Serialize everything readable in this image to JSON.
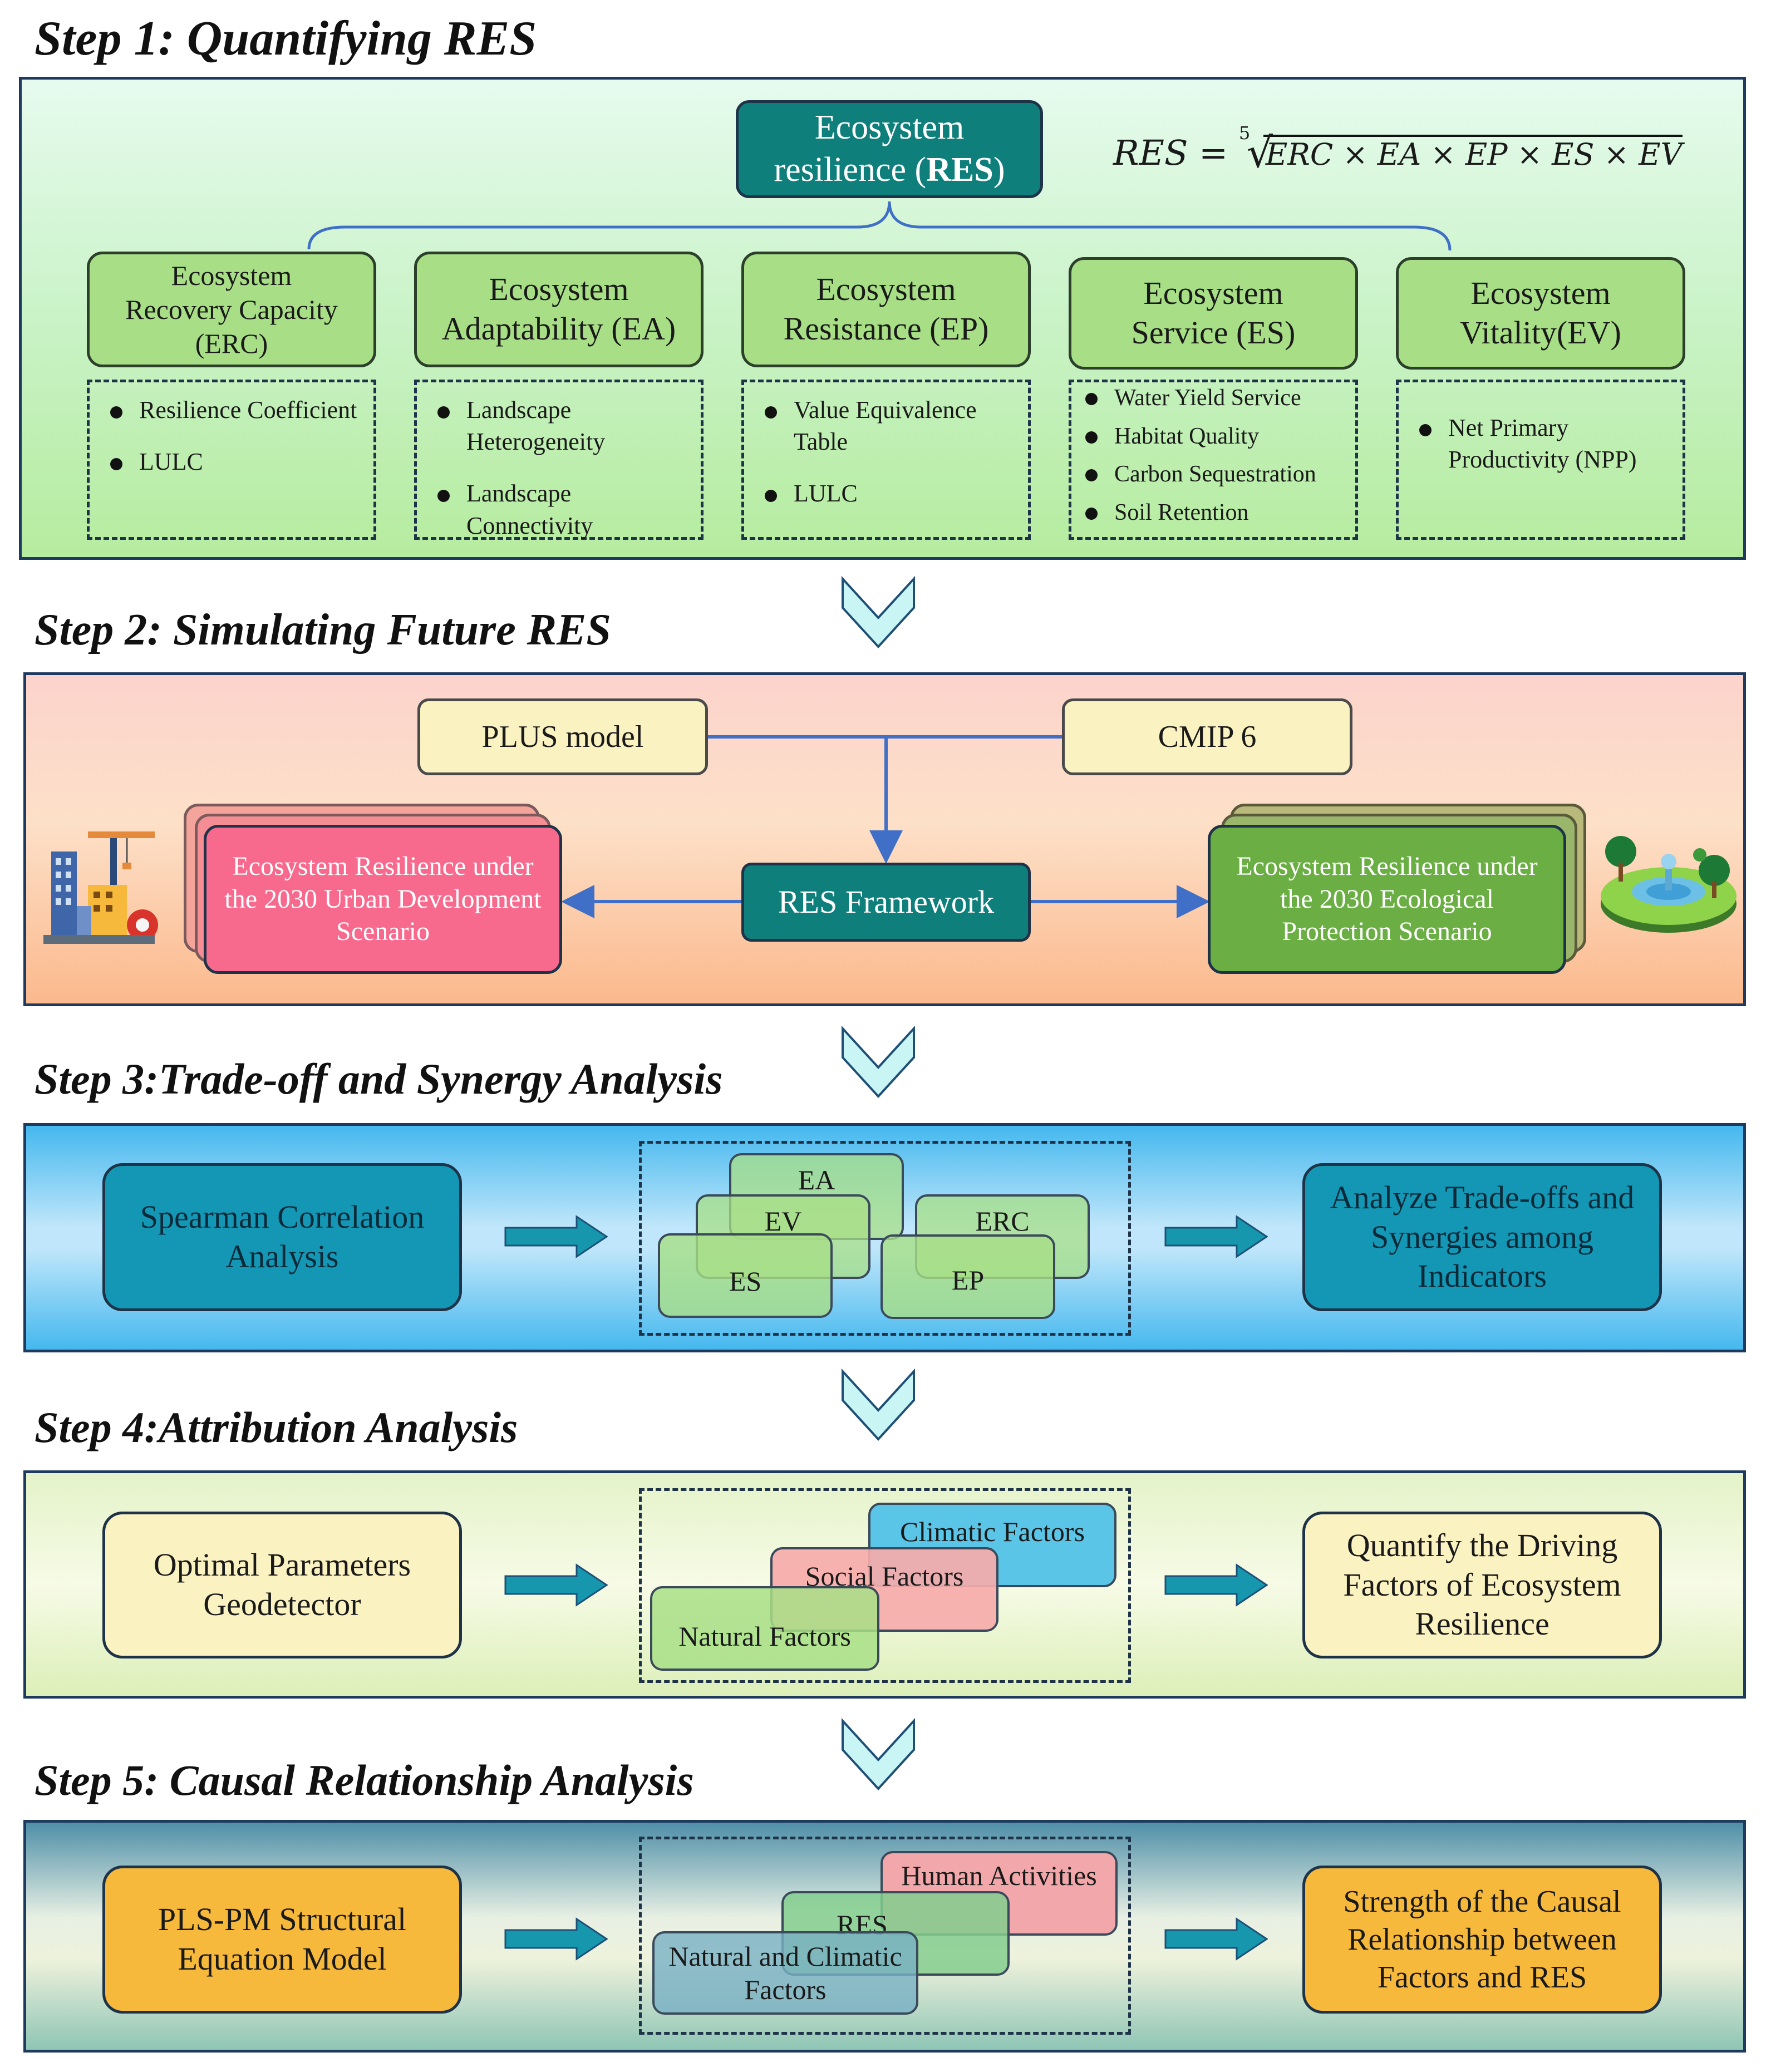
{
  "step1": {
    "title_prefix": "Step 1",
    "title_rest": ": Quantifying RES",
    "res_box": {
      "line1": "Ecosystem",
      "line2": "resilience (",
      "line2_bold": "RES",
      "line2_end": ")"
    },
    "formula": {
      "lhs": "RES",
      "eq": "=",
      "root_index": "5",
      "radicand": "ERC × EA × EP × ES × EV"
    },
    "components": [
      {
        "label": [
          "Ecosystem",
          "Recovery Capacity",
          "(ERC)"
        ],
        "indicators": [
          "Resilience Coefficient",
          "LULC"
        ]
      },
      {
        "label": [
          "Ecosystem",
          "Adaptability (EA)"
        ],
        "indicators": [
          "Landscape Heterogeneity",
          "Landscape Connectivity"
        ]
      },
      {
        "label": [
          "Ecosystem",
          "Resistance (EP)"
        ],
        "indicators": [
          "Value Equivalence Table",
          "LULC"
        ]
      },
      {
        "label": [
          "Ecosystem",
          "Service (ES)"
        ],
        "indicators": [
          "Water Yield Service",
          "Habitat Quality",
          "Carbon Sequestration",
          "Soil Retention"
        ]
      },
      {
        "label": [
          "Ecosystem",
          "Vitality(EV)"
        ],
        "indicators": [
          "Net Primary Productivity (NPP)"
        ]
      }
    ]
  },
  "step2": {
    "title_prefix": "Step 2",
    "title_rest": ": Simulating Future RES",
    "plus": "PLUS model",
    "cmip": "CMIP 6",
    "framework": "RES Framework",
    "urban": "Ecosystem Resilience under the 2030 Urban Development Scenario",
    "eco": "Ecosystem Resilience under the 2030 Ecological Protection Scenario"
  },
  "step3": {
    "title_prefix": "Step 3",
    "title_rest": ":Trade-off and Synergy Analysis",
    "left": "Spearman Correlation Analysis",
    "right": "Analyze Trade-offs and Synergies among Indicators",
    "cards": [
      "EA",
      "EV",
      "ES",
      "ERC",
      "EP"
    ]
  },
  "step4": {
    "title_prefix": "Step 4",
    "title_rest": ":Attribution Analysis",
    "left": "Optimal Parameters Geodetector",
    "right": "Quantify the Driving Factors of Ecosystem Resilience",
    "cards": [
      "Climatic Factors",
      "Social Factors",
      "Natural Factors"
    ]
  },
  "step5": {
    "title_prefix": "Step 5",
    "title_rest": ": Causal Relationship Analysis",
    "left": "PLS-PM Structural Equation Model",
    "right": "Strength of the Causal Relationship between Factors and RES",
    "cards": [
      "Human Activities",
      "RES",
      "Natural and Climatic Factors"
    ]
  },
  "colors": {
    "teal": "#0f7f7c",
    "green_box": "#a8df86",
    "dark_blue_box": "#1497b4",
    "arrow": "#1797ad",
    "chevron_fill": "#c9f6f4",
    "chevron_stroke": "#1e4f77"
  },
  "icons": [
    "urban-buildings-icon",
    "park-fountain-icon",
    "right-arrow-icon",
    "chevron-down-icon"
  ]
}
